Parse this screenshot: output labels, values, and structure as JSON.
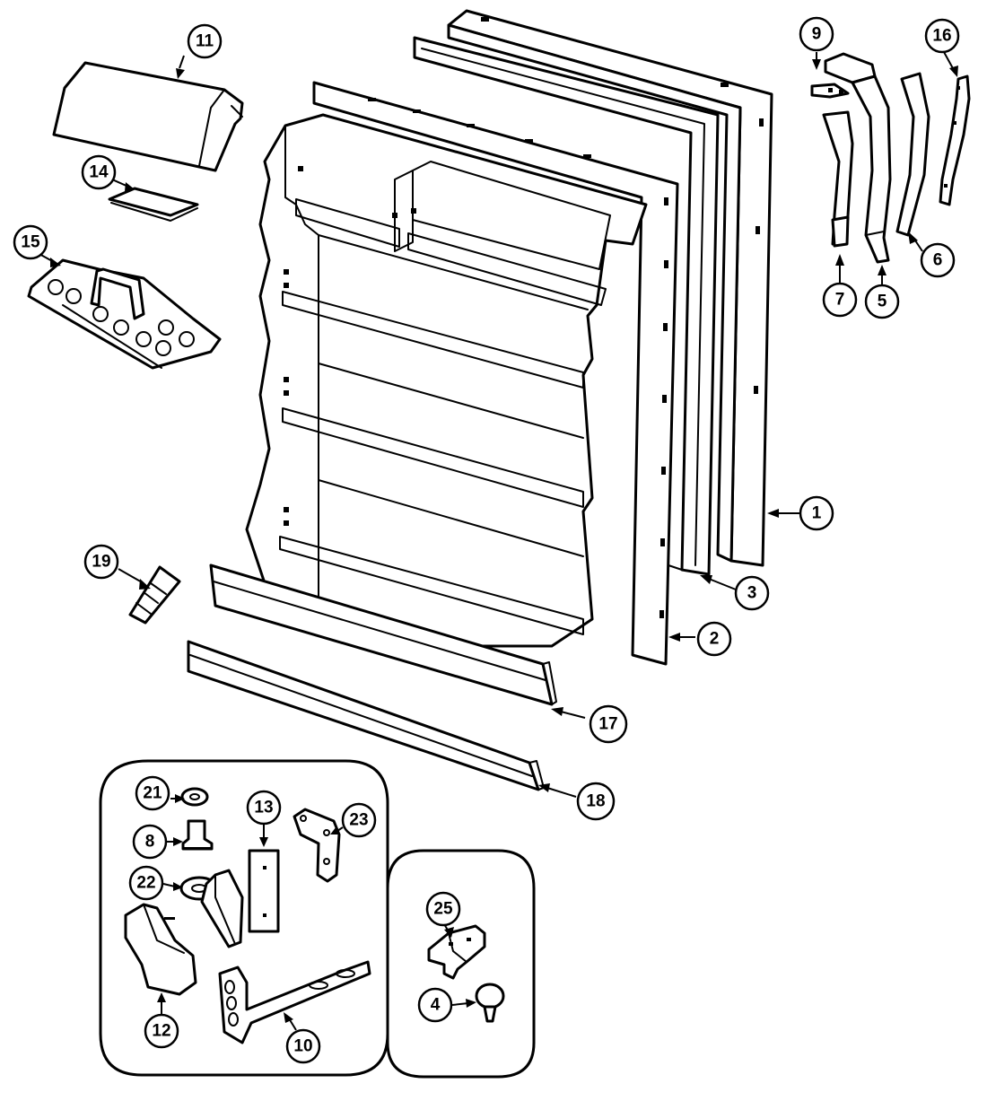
{
  "diagram": {
    "callouts": {
      "c1": "1",
      "c2": "2",
      "c3": "3",
      "c4": "4",
      "c5": "5",
      "c6": "6",
      "c7": "7",
      "c8": "8",
      "c9": "9",
      "c10": "10",
      "c11": "11",
      "c12": "12",
      "c13": "13",
      "c14": "14",
      "c15": "15",
      "c16": "16",
      "c17": "17",
      "c18": "18",
      "c19": "19",
      "c21": "21",
      "c22": "22",
      "c23": "23",
      "c25": "25"
    }
  }
}
